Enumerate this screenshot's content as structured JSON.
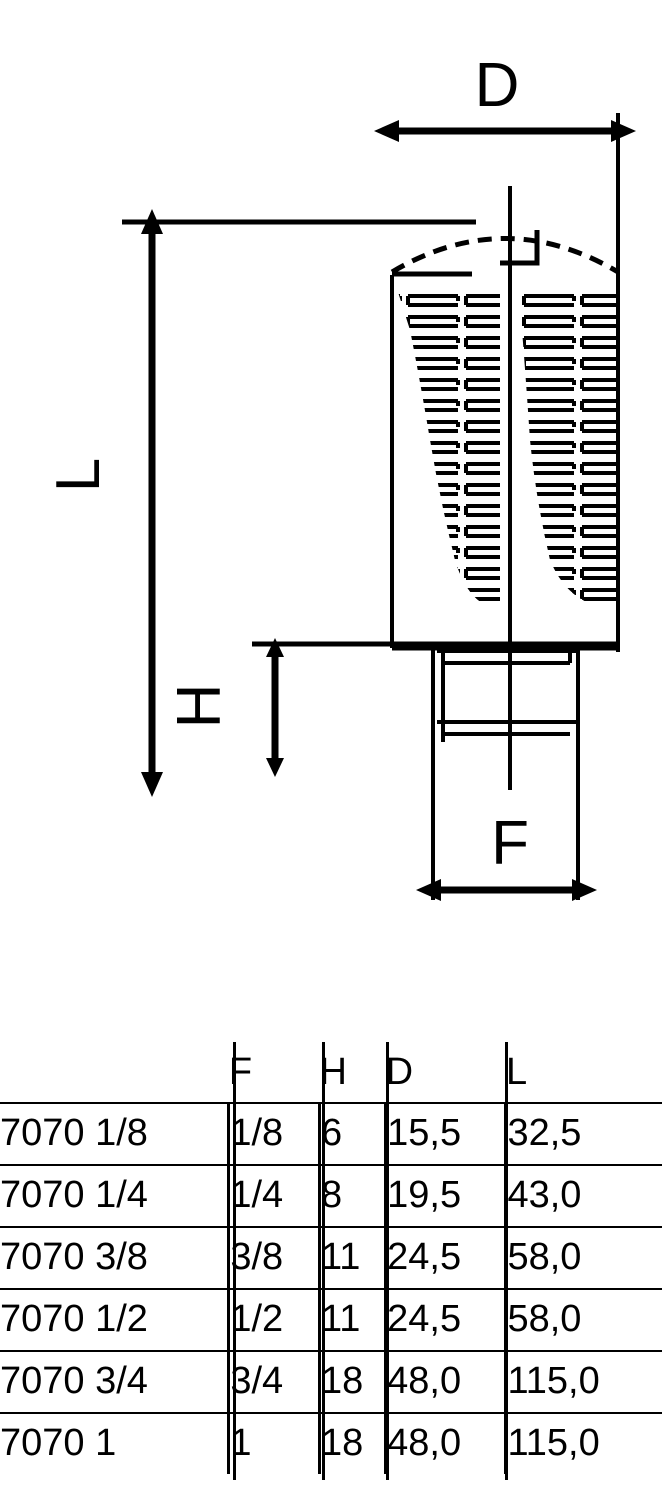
{
  "drawing": {
    "title": "Technical dimension drawing",
    "dimension_labels": {
      "d": "D",
      "l": "L",
      "h": "H",
      "f": "F"
    },
    "stroke_color": "#000000",
    "background_color": "#ffffff"
  },
  "table": {
    "columns": [
      "",
      "F",
      "H",
      "D",
      "L"
    ],
    "rows": [
      {
        "model": "7070 1/8",
        "f": "1/8",
        "h": "6",
        "d": "15,5",
        "l": "32,5"
      },
      {
        "model": "7070 1/4",
        "f": "1/4",
        "h": "8",
        "d": "19,5",
        "l": "43,0"
      },
      {
        "model": "7070 3/8",
        "f": "3/8",
        "h": "11",
        "d": "24,5",
        "l": "58,0"
      },
      {
        "model": "7070 1/2",
        "f": "1/2",
        "h": "11",
        "d": "24,5",
        "l": "58,0"
      },
      {
        "model": "7070 3/4",
        "f": "3/4",
        "h": "18",
        "d": "48,0",
        "l": "115,0"
      },
      {
        "model": "7070 1",
        "f": "1",
        "h": "18",
        "d": "48,0",
        "l": "115,0"
      }
    ]
  }
}
